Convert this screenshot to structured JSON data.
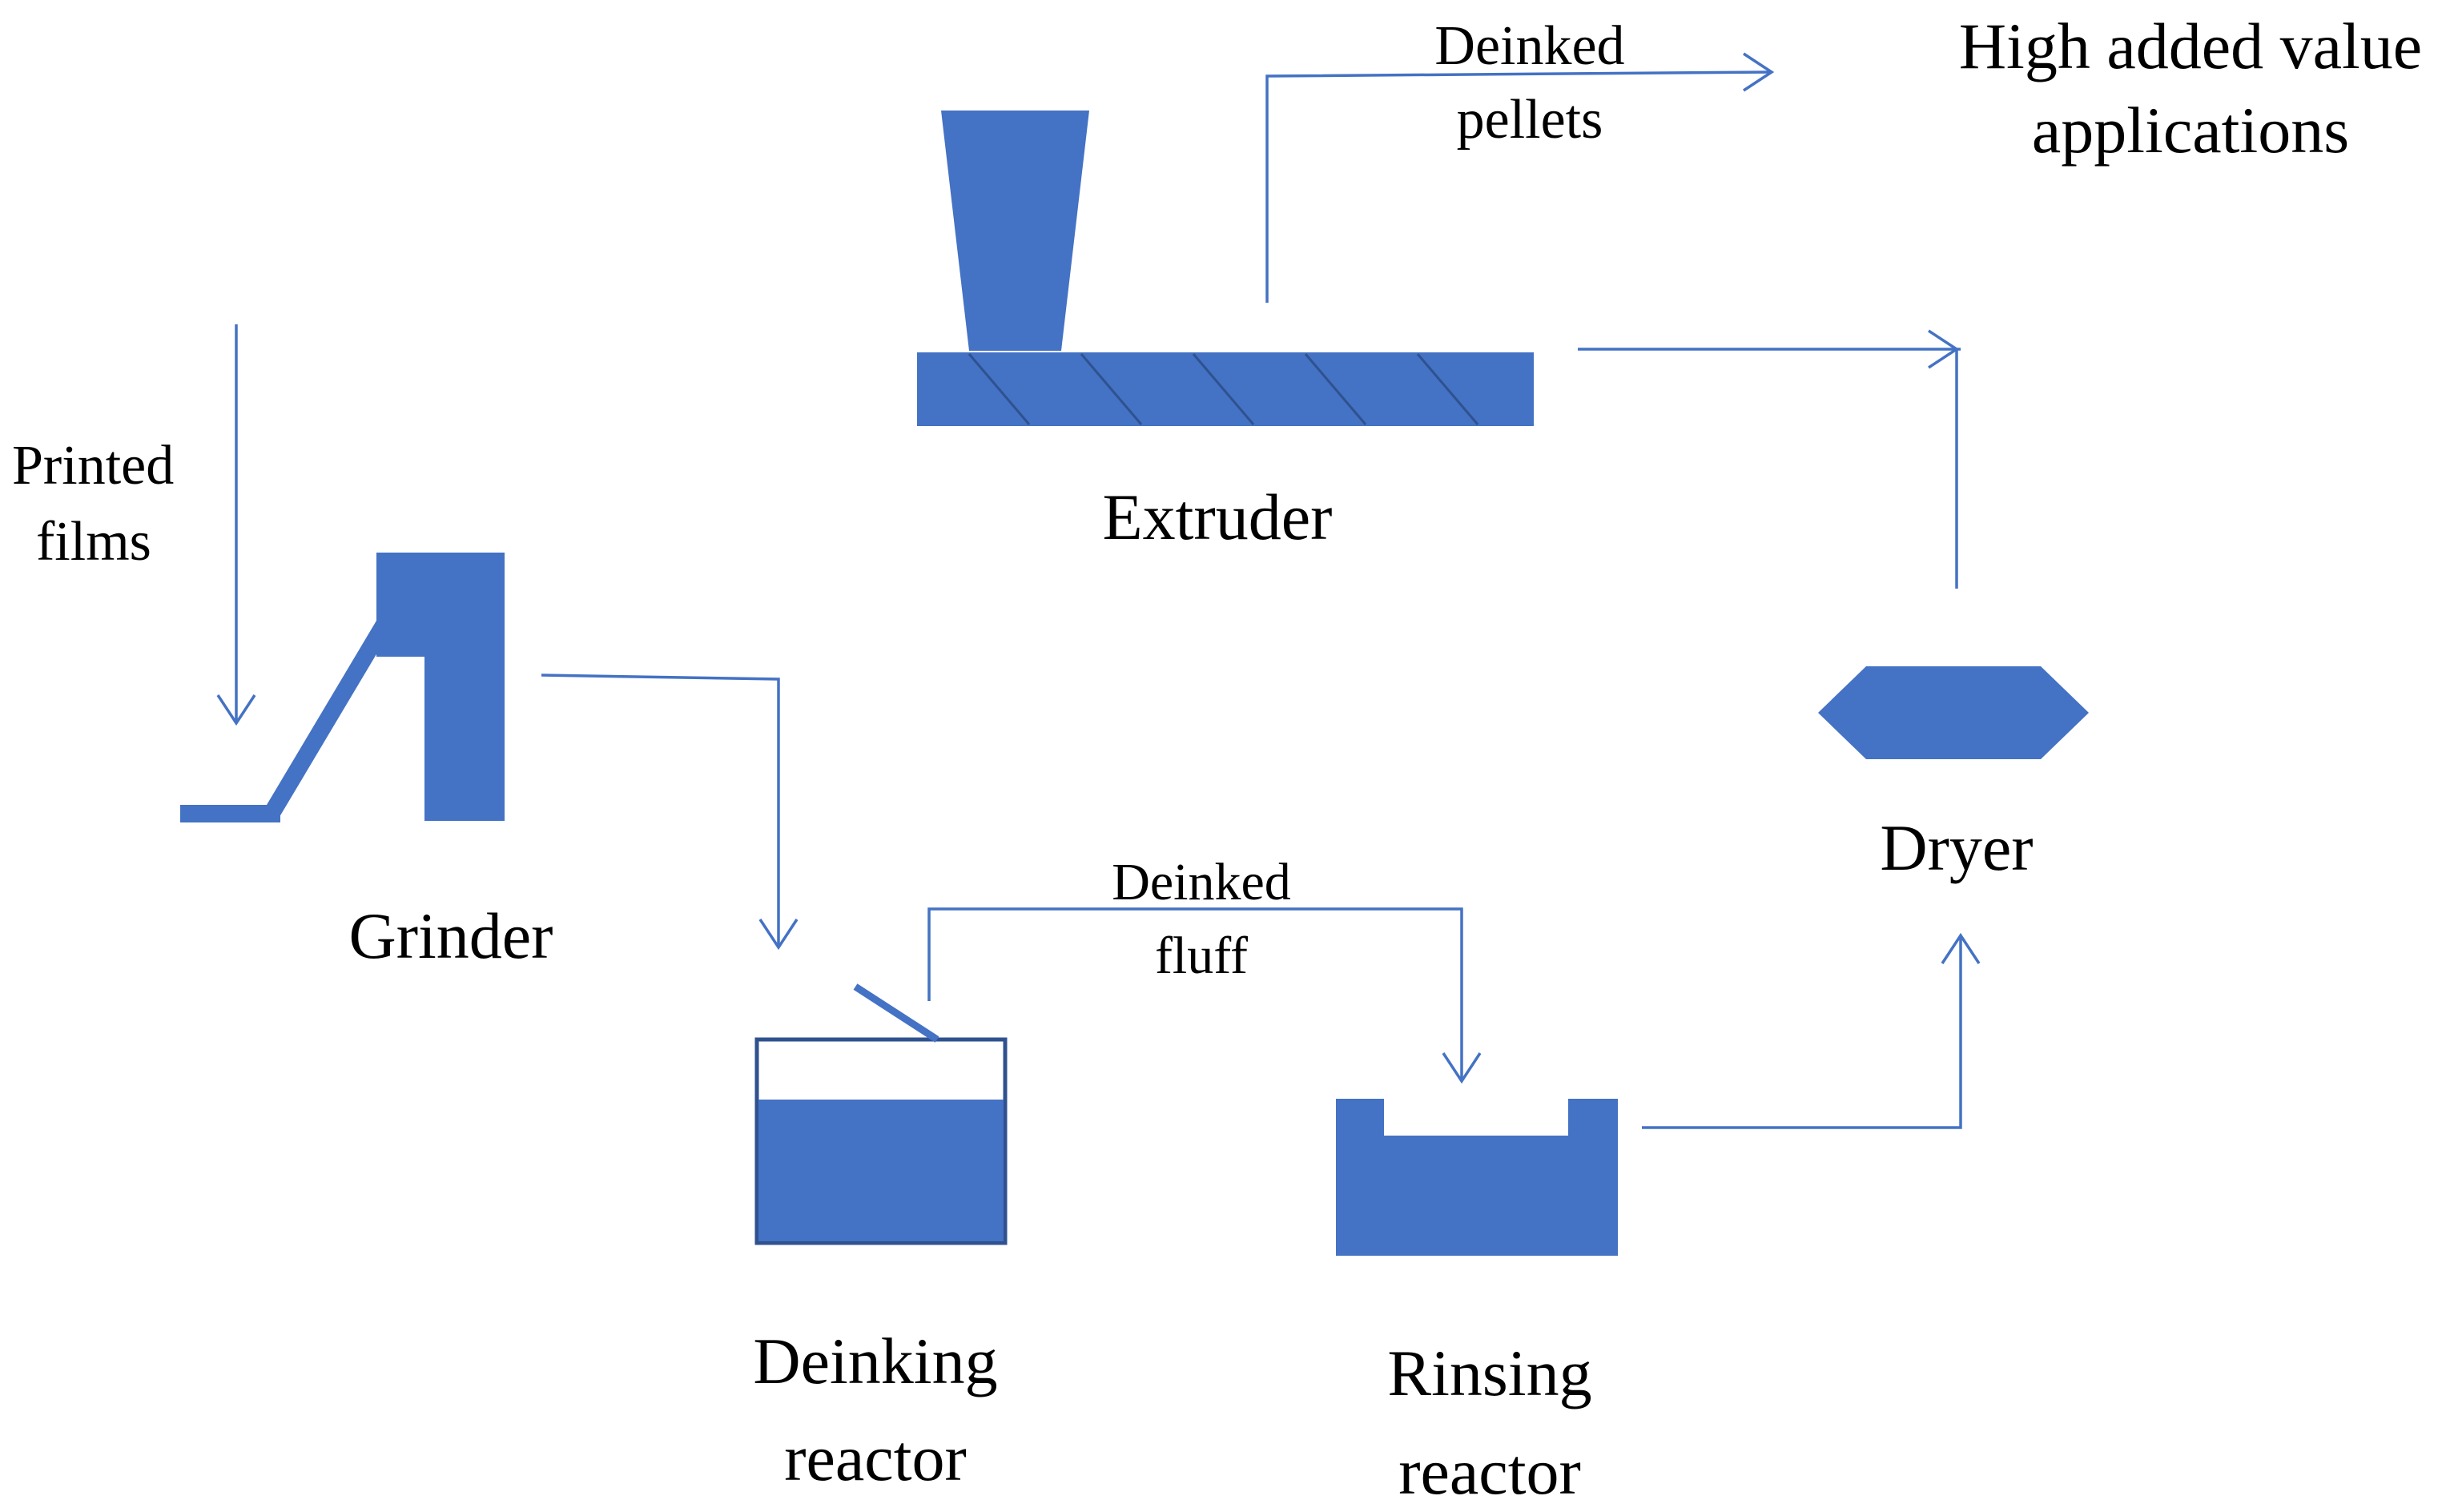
{
  "colors": {
    "equipment": "#4472C4",
    "equipment_edge": "#2F528F",
    "arrow": "#4472C4",
    "text": "#000000",
    "background": "#FFFFFF"
  },
  "labels": {
    "printed_films": [
      "Printed",
      "films"
    ],
    "grinder": "Grinder",
    "deinking_reactor": [
      "Deinking",
      "reactor"
    ],
    "deinked_fluff": [
      "Deinked",
      "fluff"
    ],
    "rinsing_reactor": [
      "Rinsing",
      "reactor"
    ],
    "dryer": "Dryer",
    "extruder": "Extruder",
    "deinked_pellets": [
      "Deinked",
      "pellets"
    ],
    "applications": [
      "High added value",
      "applications"
    ]
  },
  "flow_sequence": [
    "Printed films",
    "Grinder",
    "Deinking reactor",
    "Deinked fluff",
    "Rinsing reactor",
    "Dryer",
    "Extruder",
    "Deinked pellets",
    "High added value applications"
  ]
}
